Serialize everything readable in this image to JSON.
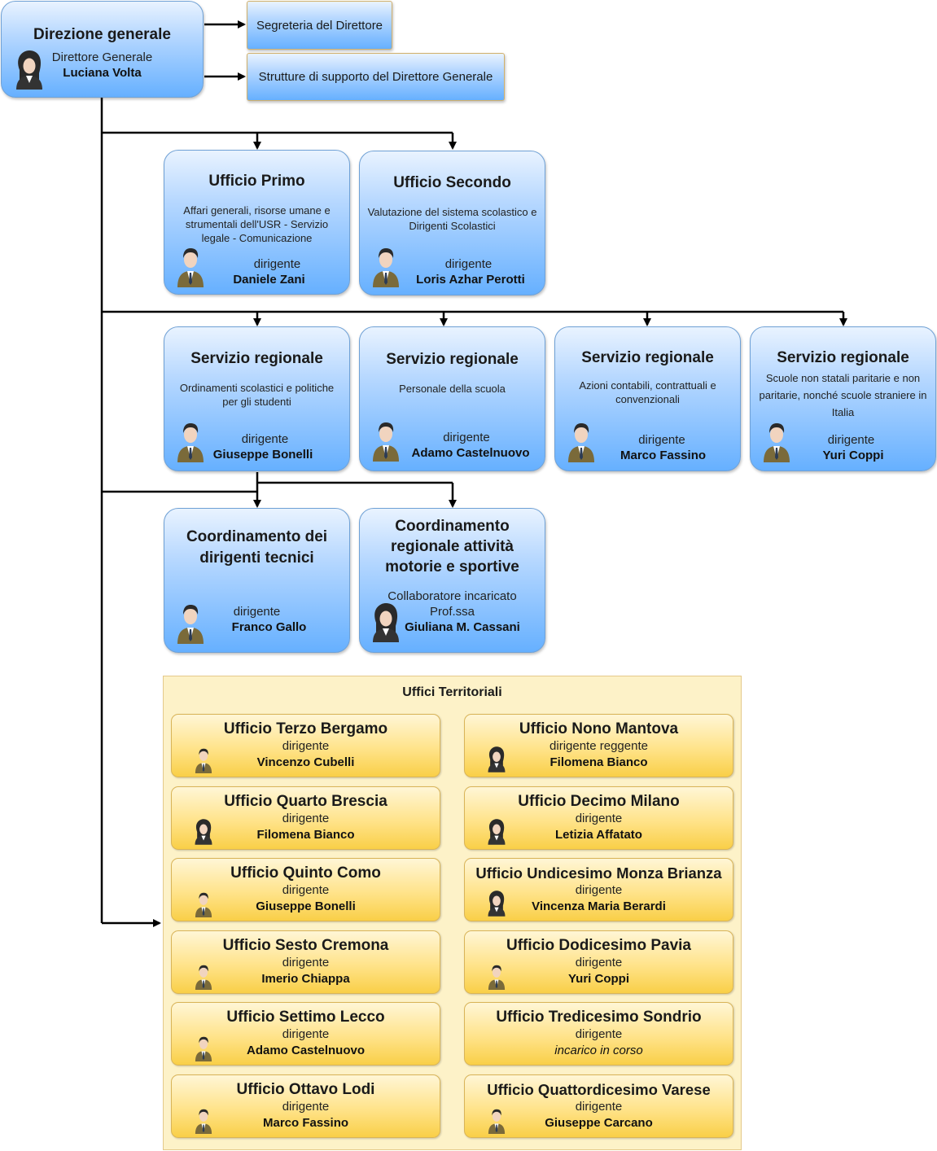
{
  "top": {
    "title": "Direzione generale",
    "role": "Direttore Generale",
    "person": "Luciana Volta"
  },
  "side": {
    "segreteria": "Segreteria del Direttore",
    "strutture": "Strutture di supporto del Direttore Generale"
  },
  "uffici": [
    {
      "title": "Ufficio Primo",
      "desc": "Affari generali, risorse umane e strumentali dell'USR - Servizio legale - Comunicazione",
      "role": "dirigente",
      "person": "Daniele Zani"
    },
    {
      "title": "Ufficio Secondo",
      "desc": "Valutazione del sistema scolastico e Dirigenti Scolastici",
      "role": "dirigente",
      "person": "Loris Azhar Perotti"
    }
  ],
  "servizi": [
    {
      "title": "Servizio regionale",
      "desc": "Ordinamenti scolastici e politiche per gli studenti",
      "role": "dirigente",
      "person": "Giuseppe Bonelli"
    },
    {
      "title": "Servizio regionale",
      "desc": "Personale della scuola",
      "role": "dirigente",
      "person": "Adamo Castelnuovo"
    },
    {
      "title": "Servizio regionale",
      "desc": "Azioni contabili, contrattuali e convenzionali",
      "role": "dirigente",
      "person": "Marco Fassino"
    },
    {
      "title": "Servizio regionale",
      "desc": "Scuole non statali paritarie e non paritarie, nonché scuole straniere in Italia",
      "role": "dirigente",
      "person": "Yuri Coppi"
    }
  ],
  "coordinamenti": [
    {
      "title": "Coordinamento dei dirigenti tecnici",
      "role": "dirigente",
      "person": "Franco Gallo"
    },
    {
      "title": "Coordinamento regionale attività motorie e sportive",
      "role": "Collaboratore incaricato",
      "role2": "Prof.ssa",
      "person": "Giuliana M. Cassani"
    }
  ],
  "territoriali": {
    "title": "Uffici Territoriali",
    "left": [
      {
        "title": "Ufficio Terzo Bergamo",
        "role": "dirigente",
        "person": "Vincenzo Cubelli",
        "avatar": "male"
      },
      {
        "title": "Ufficio Quarto Brescia",
        "role": "dirigente",
        "person": "Filomena Bianco",
        "avatar": "female"
      },
      {
        "title": "Ufficio Quinto Como",
        "role": "dirigente",
        "person": "Giuseppe Bonelli",
        "avatar": "male"
      },
      {
        "title": "Ufficio Sesto Cremona",
        "role": "dirigente",
        "person": "Imerio Chiappa",
        "avatar": "male"
      },
      {
        "title": "Ufficio Settimo Lecco",
        "role": "dirigente",
        "person": "Adamo Castelnuovo",
        "avatar": "male"
      },
      {
        "title": "Ufficio Ottavo Lodi",
        "role": "dirigente",
        "person": "Marco Fassino",
        "avatar": "male"
      }
    ],
    "right": [
      {
        "title": "Ufficio Nono Mantova",
        "role": "dirigente reggente",
        "person": "Filomena Bianco",
        "avatar": "female"
      },
      {
        "title": "Ufficio Decimo Milano",
        "role": "dirigente",
        "person": "Letizia Affatato",
        "avatar": "female"
      },
      {
        "title": "Ufficio Undicesimo Monza Brianza",
        "role": "dirigente",
        "person": "Vincenza Maria Berardi",
        "avatar": "female"
      },
      {
        "title": "Ufficio Dodicesimo Pavia",
        "role": "dirigente",
        "person": "Yuri Coppi",
        "avatar": "male"
      },
      {
        "title": "Ufficio Tredicesimo Sondrio",
        "role": "dirigente",
        "person": "incarico in corso",
        "avatar": "none"
      },
      {
        "title": "Ufficio Quattordicesimo Varese",
        "role": "dirigente",
        "person": "Giuseppe Carcano",
        "avatar": "male"
      }
    ]
  }
}
